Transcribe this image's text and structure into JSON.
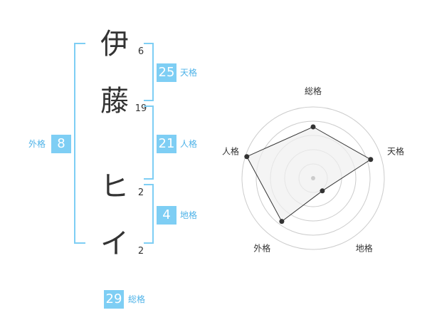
{
  "name": {
    "chars": [
      {
        "char": "伊",
        "strokes": "6"
      },
      {
        "char": "藤",
        "strokes": "19"
      },
      {
        "char": "ヒ",
        "strokes": "2"
      },
      {
        "char": "イ",
        "strokes": "2"
      }
    ]
  },
  "fortune": {
    "tenkaku": {
      "value": "25",
      "label": "天格"
    },
    "jinkaku": {
      "value": "21",
      "label": "人格"
    },
    "chikaku": {
      "value": "4",
      "label": "地格"
    },
    "gaikaku": {
      "value": "8",
      "label": "外格"
    },
    "soukaku": {
      "value": "29",
      "label": "総格"
    }
  },
  "chart_data": {
    "type": "radar",
    "axes": [
      "総格",
      "天格",
      "地格",
      "外格",
      "人格"
    ],
    "values": [
      0.72,
      0.85,
      0.22,
      0.75,
      0.98
    ],
    "range": [
      0,
      1
    ],
    "rings": 5,
    "colors": {
      "fill": "#efefef",
      "stroke": "#333333",
      "ring": "#cccccc",
      "center": "#cccccc"
    }
  }
}
